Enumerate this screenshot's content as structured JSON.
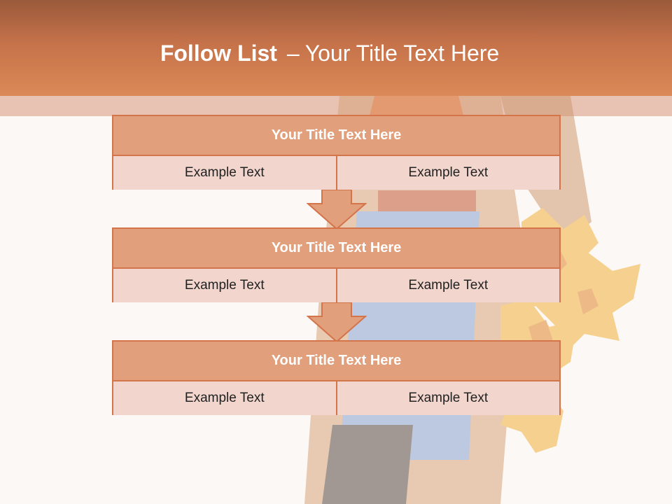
{
  "slide": {
    "title_bold": "Follow List",
    "title_sep": "–",
    "title_rest": "Your Title Text Here"
  },
  "boxes": [
    {
      "title": "Your Title Text Here",
      "cells": [
        "Example Text",
        "Example Text"
      ]
    },
    {
      "title": "Your Title Text Here",
      "cells": [
        "Example Text",
        "Example Text"
      ]
    },
    {
      "title": "Your Title Text Here",
      "cells": [
        "Example Text",
        "Example Text"
      ]
    }
  ],
  "colors": {
    "header": "#c5724a",
    "box_border": "#d4744a",
    "box_head": "#e19f7c",
    "box_cell": "#f2d5cc",
    "arrow": "#e19f7c"
  }
}
